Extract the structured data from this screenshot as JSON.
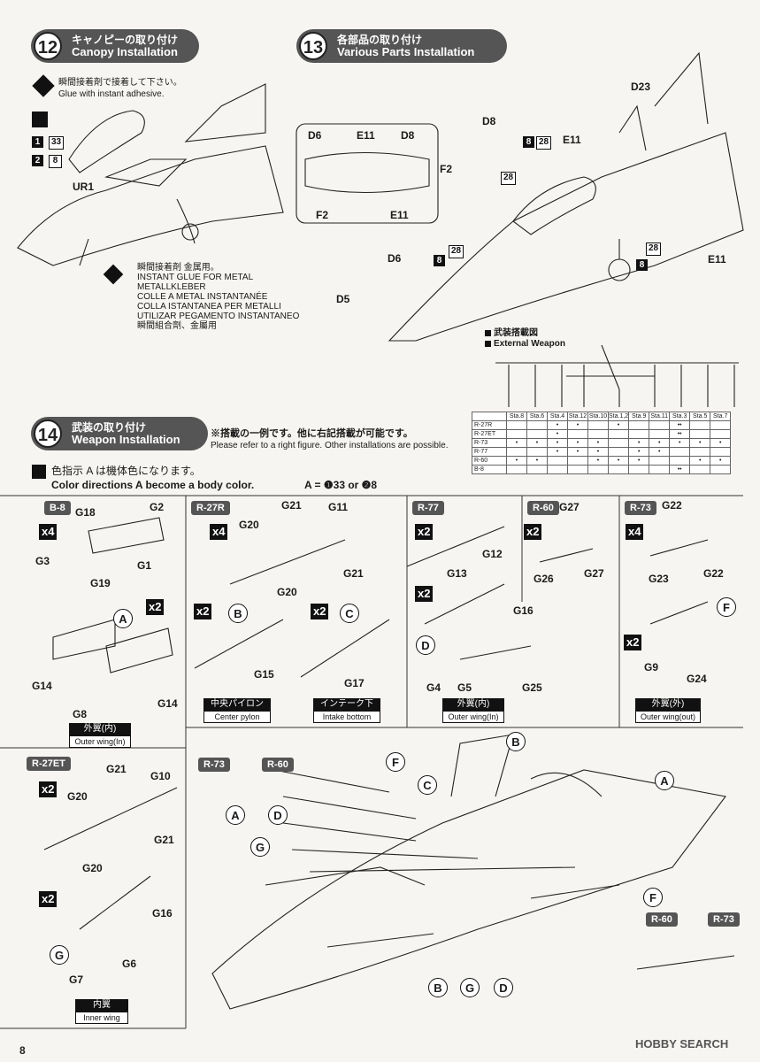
{
  "step12": {
    "num": "12",
    "jp": "キャノピーの取り付け",
    "en": "Canopy Installation",
    "glue_jp": "瞬間接着剤で接着して下さい。",
    "glue_en": "Glue with instant adhesive.",
    "paint1_num": "33",
    "paint2_num": "8",
    "part": "UR1",
    "metal_glue": [
      "瞬間接着剤 金属用。",
      "INSTANT GLUE FOR METAL",
      "METALLKLEBER",
      "COLLE A METAL INSTANTANÉE",
      "COLLA ISTANTANEA PER METALLI",
      "UTILIZAR PEGAMENTO INSTANTANEO",
      "瞬間組合劑、金屬用"
    ]
  },
  "step13": {
    "num": "13",
    "jp": "各部品の取り付け",
    "en": "Various Parts Installation",
    "inset_labels": {
      "d6": "D6",
      "e11a": "E11",
      "d8": "D8",
      "f2": "F2",
      "e11b": "E11"
    },
    "labels": {
      "d23": "D23",
      "d8": "D8",
      "e11a": "E11",
      "f2": "F2",
      "d6": "D6",
      "d5": "D5",
      "e11b": "E11"
    },
    "color_8": "8",
    "color_28": "28"
  },
  "ext_weapon": {
    "jp": "武装搭載図",
    "en": "External Weapon",
    "stations": [
      "Sta.8",
      "Sta.6",
      "Sta.4",
      "Sta.12",
      "Sta.10",
      "Sta.1,2",
      "Sta.9",
      "Sta.11",
      "Sta.3",
      "Sta.5",
      "Sta.7"
    ],
    "rows": [
      {
        "name": "R-27R",
        "marks": [
          "",
          "",
          "•",
          "•",
          "",
          "•",
          "",
          "",
          "••",
          "",
          ""
        ]
      },
      {
        "name": "R-27ET",
        "marks": [
          "",
          "",
          "•",
          "",
          "",
          "",
          "",
          "",
          "••",
          "",
          ""
        ]
      },
      {
        "name": "R-73",
        "marks": [
          "•",
          "•",
          "•",
          "•",
          "•",
          "",
          "•",
          "•",
          "•",
          "•",
          "•"
        ]
      },
      {
        "name": "R-77",
        "marks": [
          "",
          "",
          "•",
          "•",
          "•",
          "",
          "•",
          "•",
          "",
          "",
          ""
        ]
      },
      {
        "name": "R-60",
        "marks": [
          "•",
          "•",
          "",
          "",
          "•",
          "•",
          "•",
          "",
          "",
          "•",
          "•"
        ]
      },
      {
        "name": "B-8",
        "marks": [
          "",
          "",
          "",
          "",
          "",
          "",
          "",
          "",
          "••",
          "",
          ""
        ]
      }
    ]
  },
  "step14": {
    "num": "14",
    "jp": "武装の取り付け",
    "en": "Weapon Installation",
    "note_jp": "※搭載の一例です。他に右記搭載が可能です。",
    "note_en": "Please refer to a right figure. Other installations are possible.",
    "color_jp": "色指示 A は機体色になります。",
    "color_en": "Color directions A become a body color.",
    "color_eq": "A = ❶33 or ❷8"
  },
  "panels": {
    "b8": {
      "title": "B-8",
      "qty": "x4",
      "qty2": "x2",
      "parts": [
        "G18",
        "G2",
        "G3",
        "G1",
        "G19",
        "G14",
        "G8",
        "G14"
      ],
      "pylon": {
        "jp": "外翼(内)",
        "en": "Outer wing(In)"
      }
    },
    "r27r": {
      "title": "R-27R",
      "qty": "x4",
      "qty2": "x2",
      "qty3": "x2",
      "parts": [
        "G21",
        "G11",
        "G20",
        "G21",
        "G20",
        "G15",
        "G17"
      ],
      "pylon_b": {
        "jp": "中央パイロン",
        "en": "Center pylon"
      },
      "pylon_c": {
        "jp": "インテーク下",
        "en": "Intake bottom"
      }
    },
    "r77": {
      "title": "R-77",
      "qty": "x2",
      "qty2": "x2",
      "parts": [
        "G13",
        "G12",
        "G16",
        "G4",
        "G5",
        "G25"
      ],
      "pylon": {
        "jp": "外翼(内)",
        "en": "Outer wing(In)"
      }
    },
    "r60": {
      "title": "R-60",
      "qty": "x2",
      "parts": [
        "G27",
        "G26",
        "G27"
      ]
    },
    "r73": {
      "title": "R-73",
      "qty": "x4",
      "qty2": "x2",
      "parts": [
        "G22",
        "G23",
        "G22",
        "G9",
        "G24"
      ],
      "pylon": {
        "jp": "外翼(外)",
        "en": "Outer wing(out)"
      }
    },
    "r27et": {
      "title": "R-27ET",
      "qty": "x2",
      "qty2": "x2",
      "parts": [
        "G21",
        "G10",
        "G20",
        "G21",
        "G20",
        "G16",
        "G6",
        "G7"
      ],
      "pylon": {
        "jp": "内翼",
        "en": "Inner wing"
      }
    }
  },
  "diagram_labels": {
    "r73": "R-73",
    "r60": "R-60",
    "r60b": "R-60",
    "r73b": "R-73"
  },
  "footer": {
    "page": "8",
    "watermark": "HOBBY SEARCH"
  }
}
